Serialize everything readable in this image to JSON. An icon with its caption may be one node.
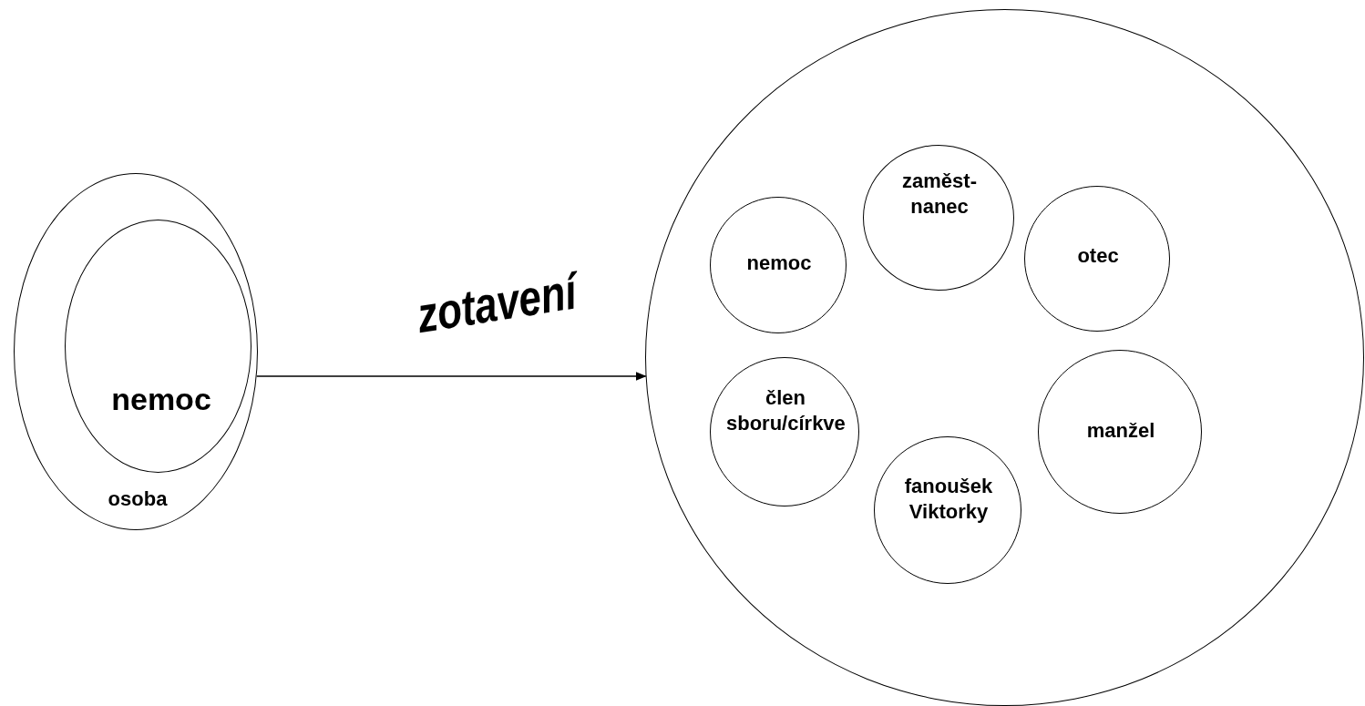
{
  "diagram": {
    "nodes": [
      {
        "text": [
          "osoba"
        ]
      },
      {
        "text": [
          "nemoc"
        ],
        "in": 0
      },
      {
        "text": [],
        "shape": "circle"
      },
      {
        "text": [
          "zaměst-nanec"
        ],
        "in": 2
      },
      {
        "text": [
          "nemoc"
        ],
        "in": 2
      },
      {
        "text": [
          "otec"
        ],
        "in": 2
      },
      {
        "text": [
          "člen sboru/církve"
        ],
        "in": 2
      },
      {
        "text": [
          "manžel"
        ],
        "in": 2
      },
      {
        "text": [
          "fanoušek Viktorky"
        ],
        "in": 2
      }
    ],
    "edges": [
      {
        "from": 0,
        "to": 2,
        "label": "zotavení",
        "arrow": "to"
      }
    ]
  }
}
